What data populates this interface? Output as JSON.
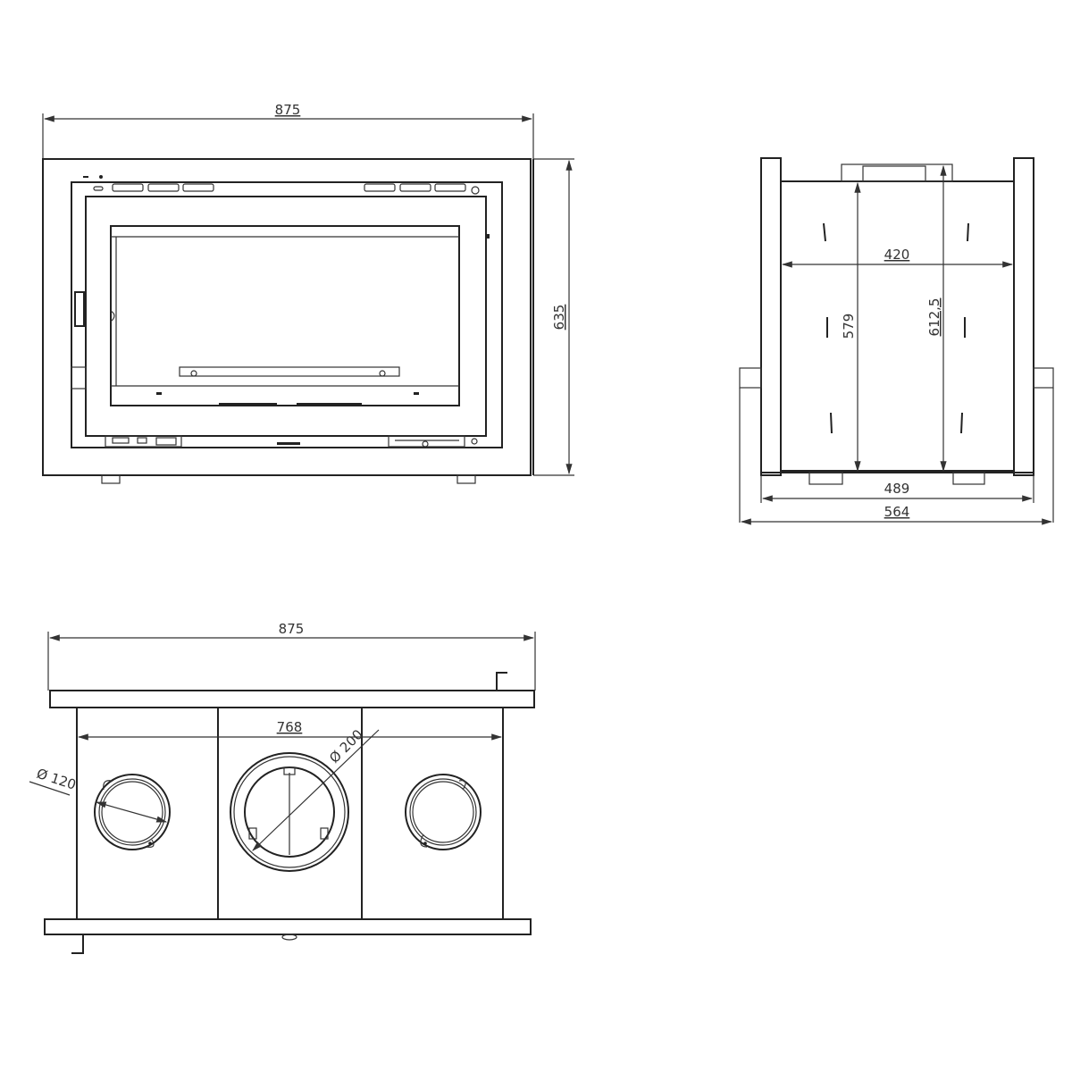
{
  "views": {
    "front": {
      "width_label": "875",
      "height_label": "635"
    },
    "side": {
      "inner_width_label": "420",
      "height_inner_label": "579",
      "height_outer_label": "612,5",
      "depth_label": "489",
      "overall_depth_label": "564"
    },
    "top": {
      "width_label": "875",
      "inner_width_label": "768",
      "small_outlet_label": "Ø 120",
      "flue_outlet_label": "Ø 200"
    }
  }
}
